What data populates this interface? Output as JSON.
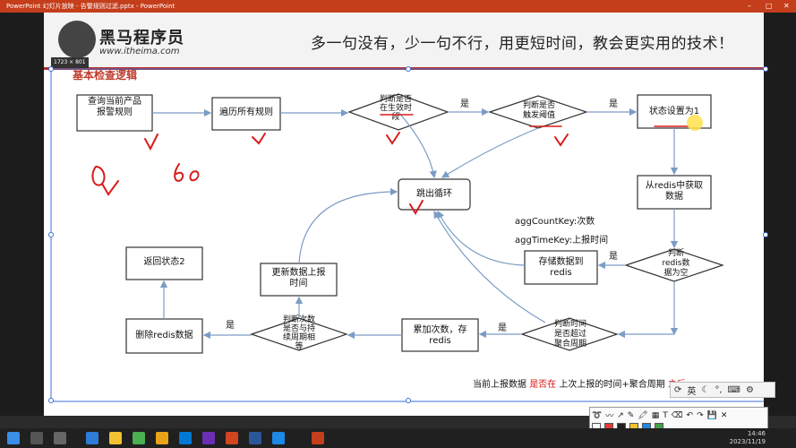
{
  "window": {
    "title": "PowerPoint 幻灯片放映 - 告警规则过滤.pptx - PowerPoint"
  },
  "banner": {
    "logo_text": "黑马程序员",
    "logo_url": "www.itheima.com",
    "slogan": "多一句没有，少一句不行，用更短时间，教会更实用的技术！"
  },
  "slide": {
    "title": "基本检查逻辑",
    "dim_readout": "1723 × 801"
  },
  "nodes": {
    "n1": "查询当前产品\n报警规则",
    "n2": "遍历所有规则",
    "n3": "判断是否\n在生效时\n段",
    "n4": "判断是否\n触发阈值",
    "n5": "状态设置为1",
    "n6": "跳出循环",
    "n7": "从redis中获取\n数据",
    "n8": "判断\nredis数\n据为空",
    "n9": "存储数据到\nredis",
    "n10": "判断时间\n是否超过\n聚合周期",
    "n11": "累加次数，存\nredis",
    "n12": "判断次数\n是否与持\n续周期相\n等",
    "n13": "删除redis数据",
    "n14": "返回状态2",
    "n15": "更新数据上报\n时间"
  },
  "edges": {
    "yes1": "是",
    "yes2": "是",
    "yes3": "是",
    "yes4": "是",
    "yes5": "是"
  },
  "notes": {
    "agg_count": "aggCountKey:次数",
    "agg_time": "aggTimeKey:上报时间",
    "bottom_a": "当前上报数据",
    "bottom_b": "是否在",
    "bottom_c": "上次上报的时间+聚合周期",
    "bottom_d": "之后"
  },
  "ime": {
    "lang": "英"
  },
  "clock": {
    "time": "14:46",
    "date": "2023/11/19"
  },
  "colors": {
    "accent": "#c43e1c",
    "node_border": "#333333",
    "arrow": "#7a9cc6",
    "ink": "#d81b1b"
  }
}
